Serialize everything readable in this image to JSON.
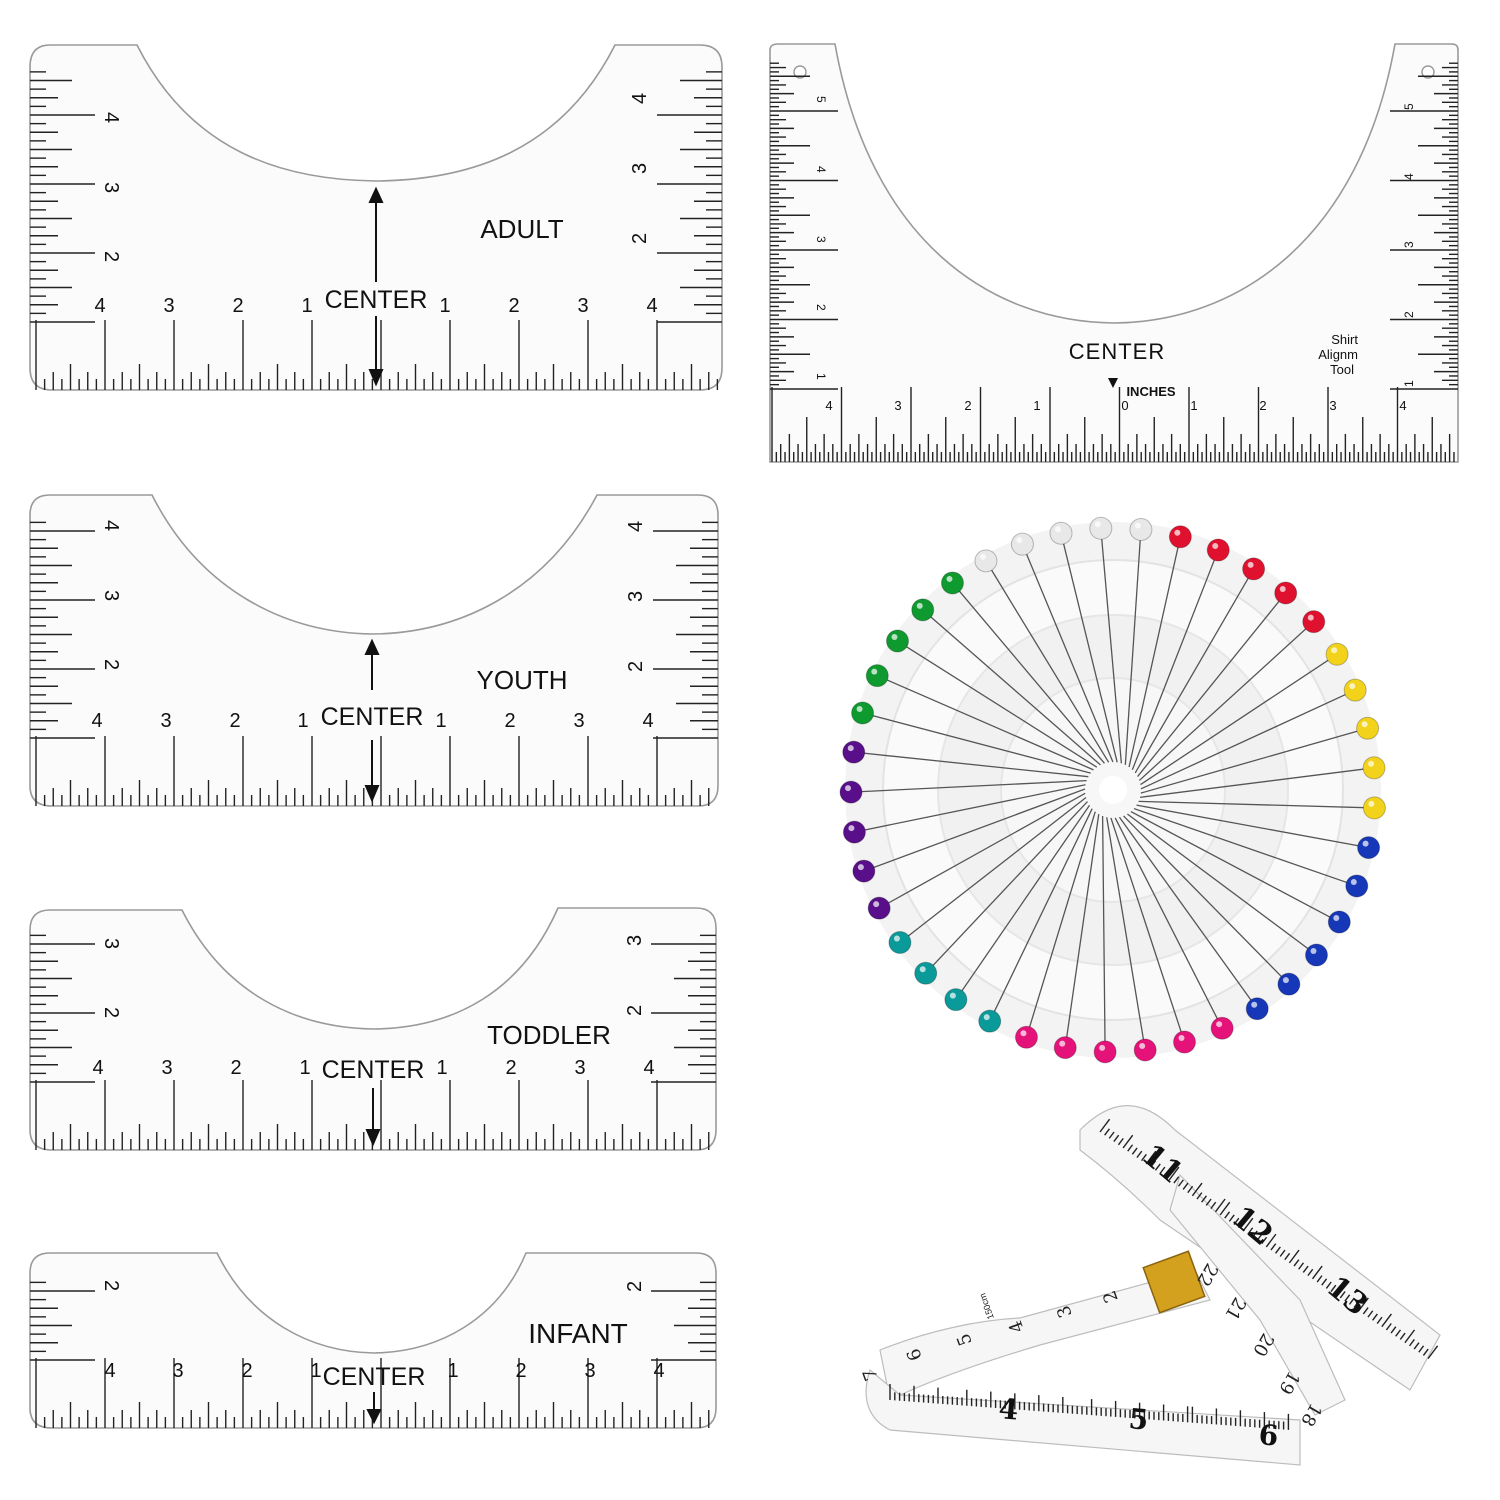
{
  "rulers": [
    {
      "id": "adult",
      "size_label": "ADULT",
      "center_label": "CENTER",
      "bottom_numbers": [
        "4",
        "3",
        "2",
        "1",
        "1",
        "2",
        "3",
        "4"
      ],
      "side_numbers": [
        "4",
        "3",
        "2"
      ]
    },
    {
      "id": "youth",
      "size_label": "YOUTH",
      "center_label": "CENTER",
      "bottom_numbers": [
        "4",
        "3",
        "2",
        "1",
        "1",
        "2",
        "3",
        "4"
      ],
      "side_numbers": [
        "4",
        "3",
        "2"
      ]
    },
    {
      "id": "toddler",
      "size_label": "TODDLER",
      "center_label": "CENTER",
      "bottom_numbers": [
        "4",
        "3",
        "2",
        "1",
        "1",
        "2",
        "3",
        "4"
      ],
      "side_numbers": [
        "3",
        "2"
      ]
    },
    {
      "id": "infant",
      "size_label": "INFANT",
      "center_label": "CENTER",
      "bottom_numbers": [
        "4",
        "3",
        "2",
        "1",
        "1",
        "2",
        "3",
        "4"
      ],
      "side_numbers": [
        "2"
      ]
    }
  ],
  "alignment_tool": {
    "center_label": "CENTER",
    "unit_label": "INCHES",
    "zero_label": "0",
    "tool_name_lines": [
      "Shirt",
      "Alignm",
      "Tool"
    ],
    "bottom_numbers": [
      "4",
      "3",
      "2",
      "1",
      "1",
      "2",
      "3",
      "4"
    ],
    "side_numbers": [
      "5",
      "4",
      "3",
      "2",
      "1"
    ]
  },
  "pins": {
    "head_colors": [
      "#e0112f",
      "#e0112f",
      "#e0112f",
      "#e0112f",
      "#e0112f",
      "#f2d21a",
      "#f2d21a",
      "#f2d21a",
      "#f2d21a",
      "#f2d21a",
      "#1537b8",
      "#1537b8",
      "#1537b8",
      "#1537b8",
      "#1537b8",
      "#1537b8",
      "#e5127a",
      "#e5127a",
      "#e5127a",
      "#e5127a",
      "#e5127a",
      "#e5127a",
      "#0a9a9a",
      "#0a9a9a",
      "#0a9a9a",
      "#0a9a9a",
      "#5a0f8a",
      "#5a0f8a",
      "#5a0f8a",
      "#5a0f8a",
      "#5a0f8a",
      "#0e9a2e",
      "#0e9a2e",
      "#0e9a2e",
      "#0e9a2e",
      "#0e9a2e",
      "#e8e8e8",
      "#e8e8e8",
      "#e8e8e8",
      "#e8e8e8",
      "#e8e8e8"
    ]
  },
  "tape_measure": {
    "upper_numbers": [
      "11",
      "12",
      "13"
    ],
    "lower_numbers": [
      "4",
      "5",
      "6"
    ],
    "inner_numbers": [
      "2",
      "3",
      "4",
      "5",
      "6",
      "7"
    ],
    "cm_numbers": [
      "22",
      "21",
      "20",
      "19",
      "18"
    ],
    "brand_mark": "150cm"
  }
}
